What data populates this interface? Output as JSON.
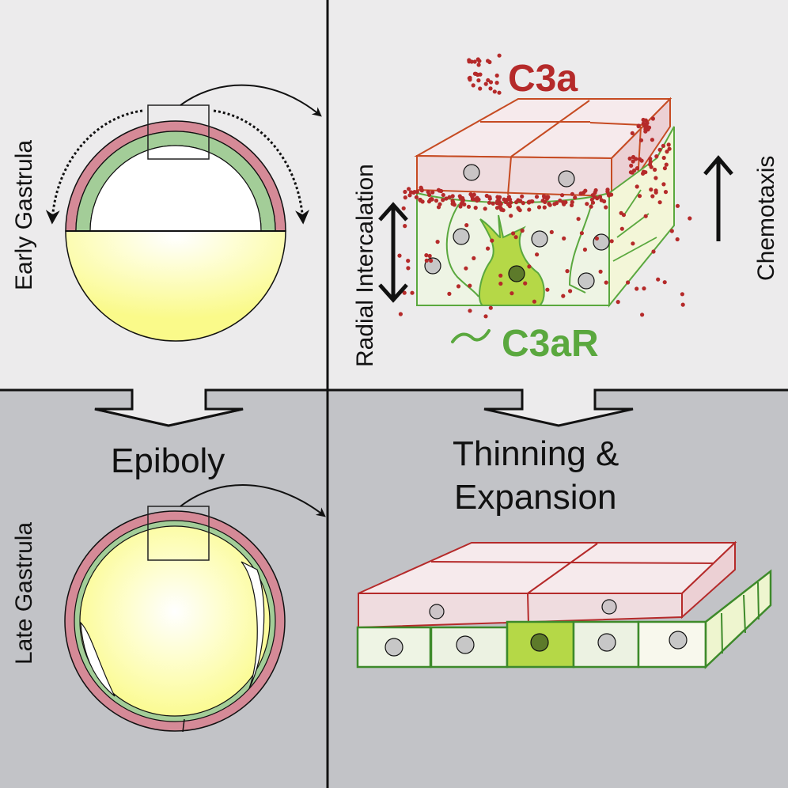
{
  "panels": {
    "top_left": {
      "stage_label": "Early Gastrula"
    },
    "top_right": {
      "ligand_label": "C3a",
      "receptor_label": "C3aR",
      "left_arrow_label": "Radial Intercalation",
      "right_arrow_label": "Chemotaxis"
    },
    "bottom_left": {
      "stage_label": "Late Gastrula",
      "process_label": "Epiboly"
    },
    "bottom_right": {
      "process_label_line1": "Thinning &",
      "process_label_line2": "Expansion"
    }
  },
  "colors": {
    "top_background": "#ecebec",
    "bottom_background": "#c2c3c7",
    "enveloping_layer": "#d58a97",
    "deep_cell_layer": "#a3cd98",
    "yolk": "#fbfb96",
    "c3a_red": "#b52a2a",
    "c3ar_green": "#5aa83e",
    "evl_cell_fill": "#f0dfe1",
    "deep_cell_fill": "#eef4e4",
    "migrating_cell_fill": "#b5d847",
    "nucleus_gray": "#c7c7c7",
    "nucleus_dark": "#5d7a2a"
  }
}
